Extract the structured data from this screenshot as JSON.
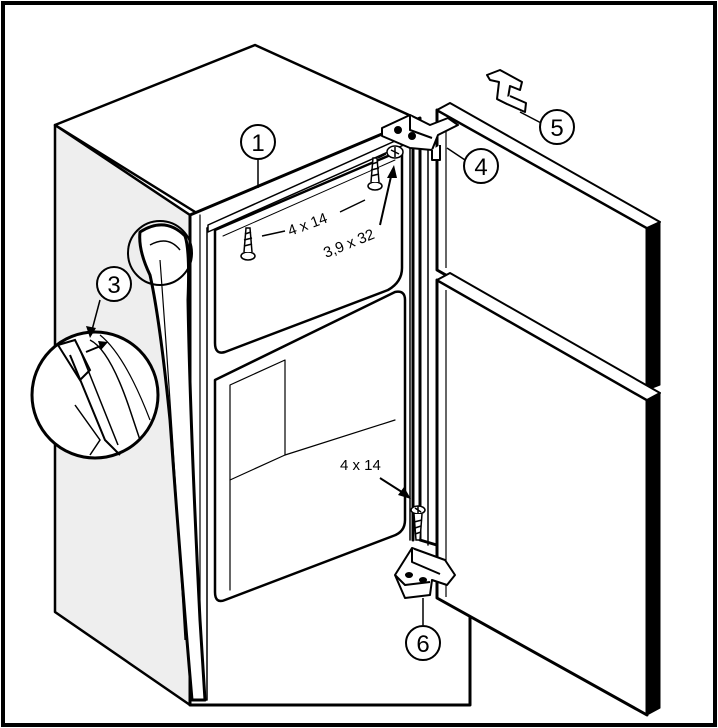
{
  "callouts": [
    "1",
    "3",
    "4",
    "5",
    "6"
  ],
  "dimensions": {
    "screw_top_label": "4 x 14",
    "screw_long_label": "3,9 x 32",
    "screw_bottom_label": "4 x 14"
  },
  "colors": {
    "line": "#000000",
    "background": "#ffffff",
    "side_panel": "#eeeeee"
  }
}
